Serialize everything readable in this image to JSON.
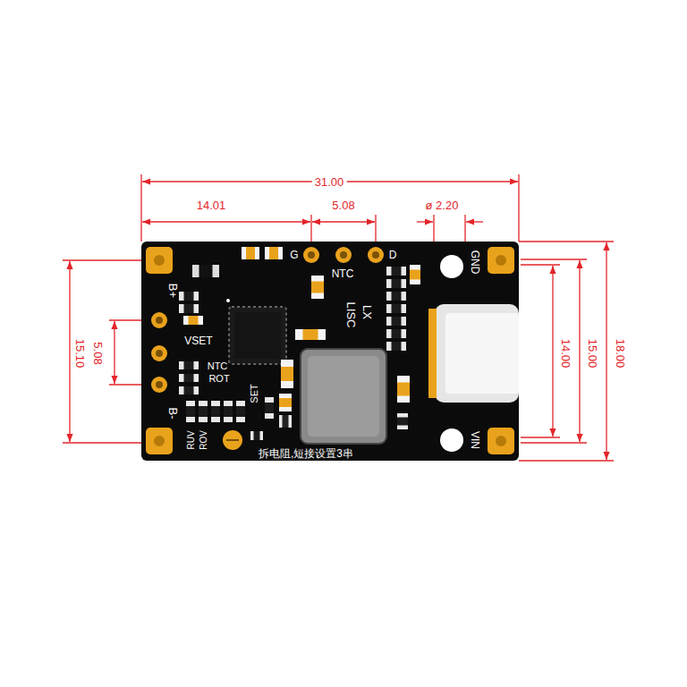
{
  "diagram": {
    "labels": [
      "31.00",
      "14.01",
      "5.08",
      "ø 2.20",
      "15.10",
      "5.08",
      "14.00",
      "15.00",
      "18.00",
      "G",
      "NTC",
      "D",
      "GND",
      "B+",
      "VSET",
      "NTC",
      "ROT",
      "SET",
      "B-",
      "LX",
      "LISC",
      "VIN",
      "RUV",
      "ROV",
      "拆电阻,短接设置3串"
    ]
  }
}
